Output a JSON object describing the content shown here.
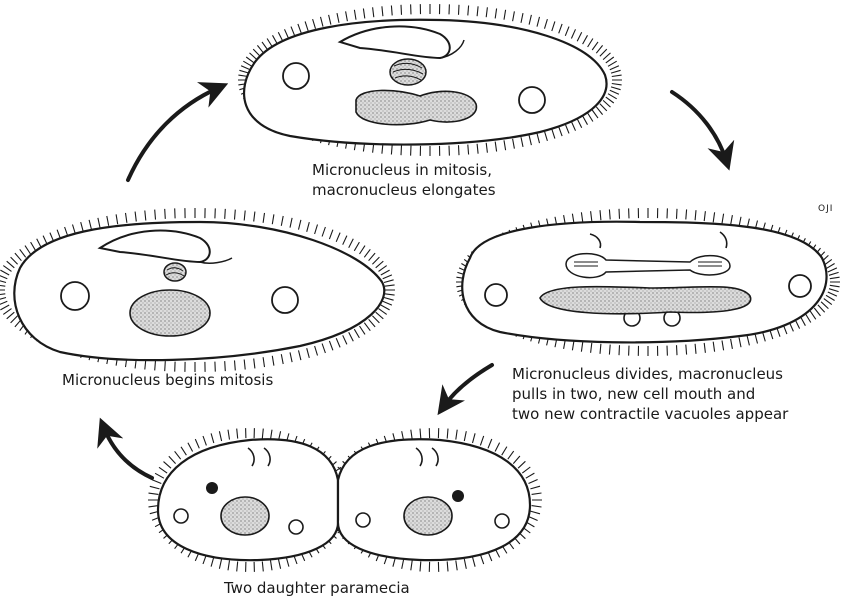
{
  "captions": {
    "top_line1": "Micronucleus in mitosis,",
    "top_line2": "macronucleus elongates",
    "left": "Micronucleus begins mitosis",
    "right_line1": "Micronucleus divides, macronucleus",
    "right_line2": "pulls in two, new cell mouth and",
    "right_line3": "two new contractile vacuoles appear",
    "bottom": "Two daughter paramecia"
  },
  "signature": "OJI",
  "stages": [
    {
      "name": "micronucleus-begins-mitosis"
    },
    {
      "name": "micronucleus-in-mitosis"
    },
    {
      "name": "micronucleus-divides"
    },
    {
      "name": "two-daughter-paramecia"
    }
  ],
  "colors": {
    "ink": "#1a1a1a",
    "stipple": "#d6d6d6",
    "paper": "#ffffff"
  }
}
